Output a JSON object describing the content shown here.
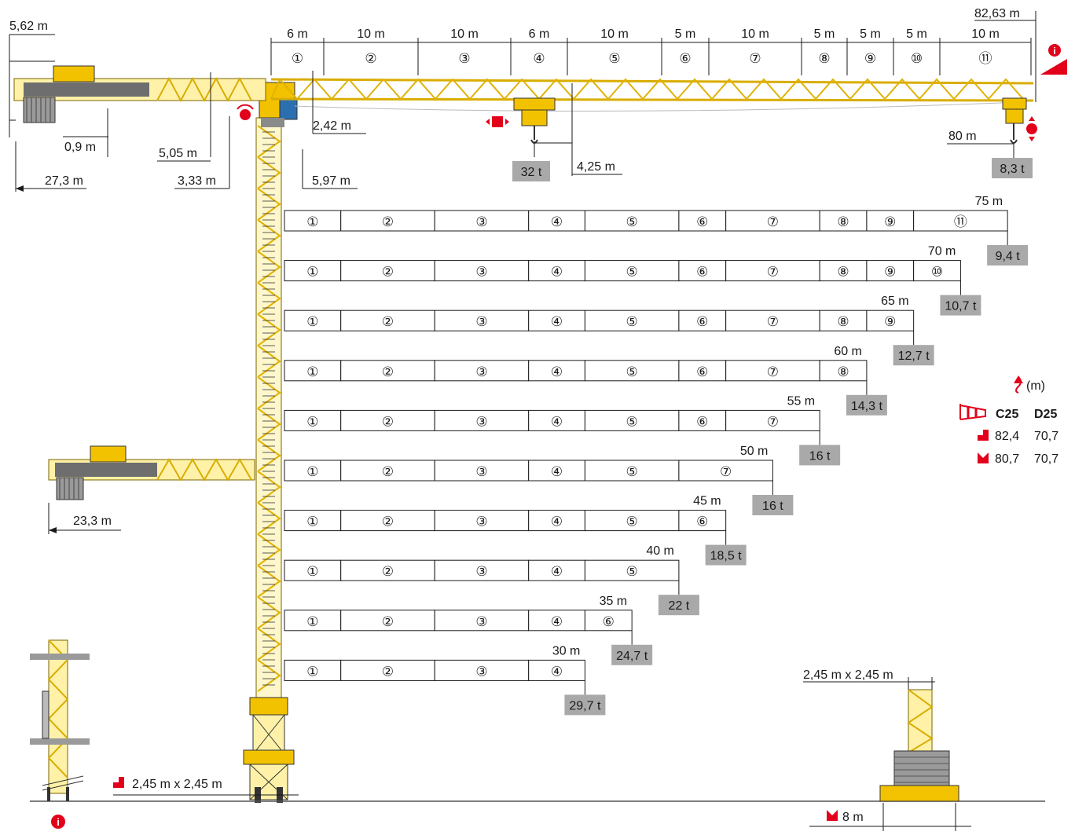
{
  "jib": {
    "sections": [
      {
        "no": "①",
        "len": "6 m"
      },
      {
        "no": "②",
        "len": "10 m"
      },
      {
        "no": "③",
        "len": "10 m"
      },
      {
        "no": "④",
        "len": "6 m"
      },
      {
        "no": "⑤",
        "len": "10 m"
      },
      {
        "no": "⑥",
        "len": "5 m"
      },
      {
        "no": "⑦",
        "len": "10 m"
      },
      {
        "no": "⑧",
        "len": "5 m"
      },
      {
        "no": "⑨",
        "len": "5 m"
      },
      {
        "no": "⑩",
        "len": "5 m"
      },
      {
        "no": "⑪",
        "len": "10 m"
      }
    ],
    "overall_length": "82,63 m",
    "max_load": "32 t",
    "tip_load": "8,3 t",
    "max_load_reach": "4,25 m",
    "tip_reach": "80 m"
  },
  "dimensions": {
    "counter_jib_height": "5,62 m",
    "d_0_9": "0,9 m",
    "d_5_05": "5,05 m",
    "d_3_33": "3,33 m",
    "d_2_42": "2,42 m",
    "d_5_97": "5,97 m",
    "counter_jib_length": "27,3 m",
    "short_counter_jib_length": "23,3 m",
    "mast_section": "2,45 m x 2,45 m",
    "base_section": "2,45 m x 2,45 m",
    "base_width": "8 m"
  },
  "configurations": [
    {
      "length": "75 m",
      "load": "9,4 t",
      "sections": [
        "①",
        "②",
        "③",
        "④",
        "⑤",
        "⑥",
        "⑦",
        "⑧",
        "⑨",
        "⑪"
      ]
    },
    {
      "length": "70 m",
      "load": "10,7 t",
      "sections": [
        "①",
        "②",
        "③",
        "④",
        "⑤",
        "⑥",
        "⑦",
        "⑧",
        "⑨",
        "⑩"
      ]
    },
    {
      "length": "65 m",
      "load": "12,7 t",
      "sections": [
        "①",
        "②",
        "③",
        "④",
        "⑤",
        "⑥",
        "⑦",
        "⑧",
        "⑨"
      ]
    },
    {
      "length": "60 m",
      "load": "14,3 t",
      "sections": [
        "①",
        "②",
        "③",
        "④",
        "⑤",
        "⑥",
        "⑦",
        "⑧"
      ]
    },
    {
      "length": "55 m",
      "load": "16 t",
      "sections": [
        "①",
        "②",
        "③",
        "④",
        "⑤",
        "⑥",
        "⑦"
      ]
    },
    {
      "length": "50 m",
      "load": "16 t",
      "sections": [
        "①",
        "②",
        "③",
        "④",
        "⑤",
        "⑦"
      ]
    },
    {
      "length": "45 m",
      "load": "18,5 t",
      "sections": [
        "①",
        "②",
        "③",
        "④",
        "⑤",
        "⑥"
      ]
    },
    {
      "length": "40 m",
      "load": "22 t",
      "sections": [
        "①",
        "②",
        "③",
        "④",
        "⑤"
      ]
    },
    {
      "length": "35 m",
      "load": "24,7 t",
      "sections": [
        "①",
        "②",
        "③",
        "④",
        "⑥"
      ]
    },
    {
      "length": "30 m",
      "load": "29,7 t",
      "sections": [
        "①",
        "②",
        "③",
        "④"
      ]
    }
  ],
  "height_table": {
    "unit": "(m)",
    "col_1": "C25",
    "col_2": "D25",
    "row_1": {
      "c": "82,4",
      "d": "70,7"
    },
    "row_2": {
      "c": "80,7",
      "d": "70,7"
    }
  },
  "colors": {
    "crane": "#f2c200",
    "accent": "#e2001a",
    "load_box": "#a9a9a9"
  }
}
